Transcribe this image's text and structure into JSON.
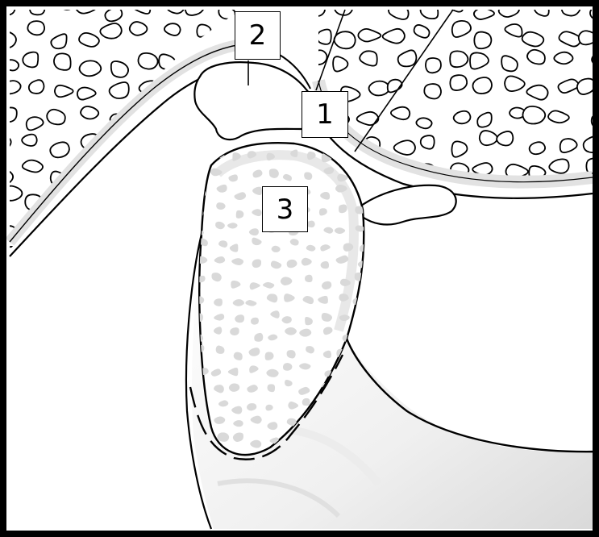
{
  "labels": [
    {
      "id": "label-1",
      "text": "1"
    },
    {
      "id": "label-2",
      "text": "2"
    },
    {
      "id": "label-3",
      "text": "3"
    }
  ],
  "colors": {
    "outline": "#000000",
    "bone": "#ffffff",
    "cortex_shading": "#e6e6e6",
    "marrow_spots": "#d9d9d9",
    "frame": "#000000"
  }
}
